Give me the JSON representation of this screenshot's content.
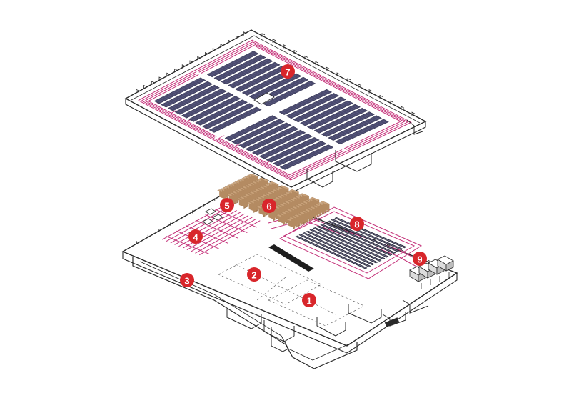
{
  "diagram": {
    "markers": [
      {
        "id": "1",
        "label": "1"
      },
      {
        "id": "2",
        "label": "2"
      },
      {
        "id": "3",
        "label": "3"
      },
      {
        "id": "4",
        "label": "4"
      },
      {
        "id": "5",
        "label": "5"
      },
      {
        "id": "6",
        "label": "6"
      },
      {
        "id": "7",
        "label": "7"
      },
      {
        "id": "8",
        "label": "8"
      },
      {
        "id": "9",
        "label": "9"
      }
    ],
    "colors": {
      "outline": "#2a2a2a",
      "rack_fill": "#4a4a6e",
      "rack_dark": "#2e2e48",
      "conveyor": "#c4327a",
      "pallet": "#c9a27a",
      "pallet_dark": "#a07a55",
      "marker": "#d8262b",
      "paper": "#ffffff"
    }
  }
}
